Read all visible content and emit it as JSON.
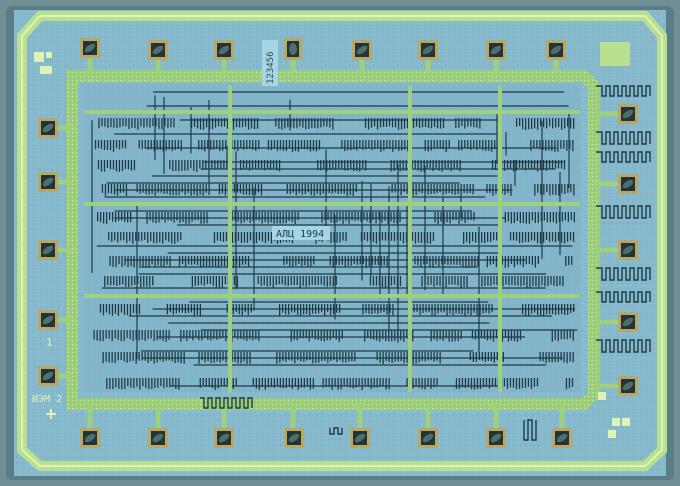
{
  "image": {
    "subject": "integrated-circuit-die-micrograph",
    "texts": {
      "center_marking": "АЛЦ 1994",
      "top_marking": "123456",
      "pin1_marking": "1",
      "corner_marking": "ИЭМ 2"
    },
    "colors": {
      "die_base": "#86b9cc",
      "die_edge": "#b8e08e",
      "metal_green": "#9fd07d",
      "metal_light": "#c9ea9c",
      "trace_dark": "#1e3b45",
      "pad_dark": "#20343a",
      "pad_gold": "#b9a766",
      "background": "#6f8f94"
    }
  }
}
